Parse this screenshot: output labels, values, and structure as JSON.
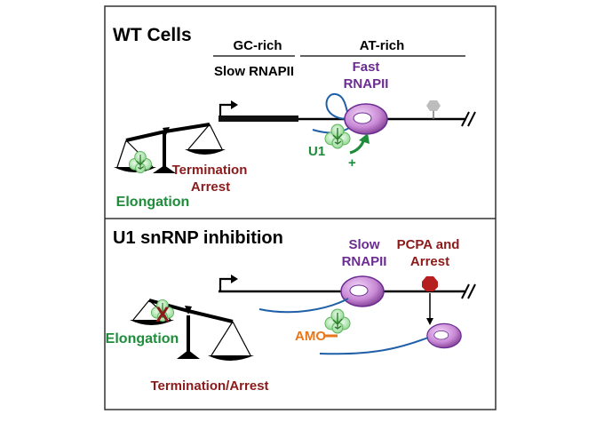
{
  "top_panel": {
    "title": "WT Cells",
    "region_left": "GC-rich",
    "region_right": "AT-rich",
    "slow_label": "Slow RNAPII",
    "fast_label_line1": "Fast",
    "fast_label_line2": "RNAPII",
    "u1_label": "U1",
    "plus_sign": "+",
    "termination_line1": "Termination",
    "termination_line2": "Arrest",
    "elongation_label": "Elongation"
  },
  "bottom_panel": {
    "title": "U1 snRNP inhibition",
    "slow_label_line1": "Slow",
    "slow_label_line2": "RNAPII",
    "pcpa_line1": "PCPA and",
    "pcpa_line2": "Arrest",
    "amo_label": "AMO",
    "elongation_label": "Elongation",
    "termination_label": "Termination/Arrest",
    "x_mark": "X"
  },
  "colors": {
    "green": "#1e8c3a",
    "maroon": "#8b1a1a",
    "purple": "#6a2c91",
    "orange": "#e8761b",
    "blue": "#1f5fa8",
    "rnap_fill": "#c98ad6",
    "u1_fill": "#8fd68f"
  },
  "icons": [
    "balance-scale-icon",
    "promoter-arrow-icon",
    "rnap-icon",
    "u1-snrnp-icon",
    "stop-sign-icon",
    "double-slash-icon"
  ]
}
